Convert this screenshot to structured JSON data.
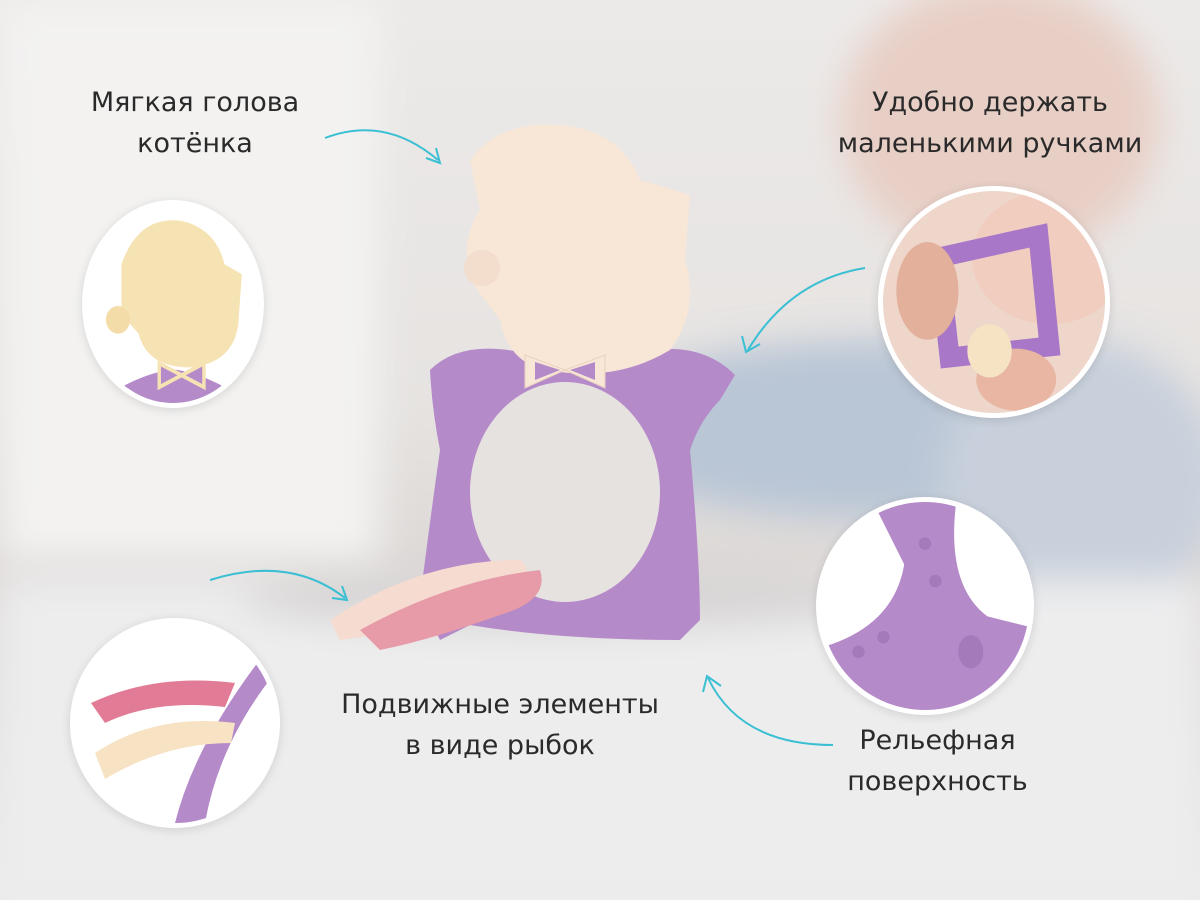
{
  "callouts": {
    "head": {
      "line1": "Мягкая голова",
      "line2": "котёнка"
    },
    "grip": {
      "line1": "Удобно держать",
      "line2": "маленькими ручками"
    },
    "fish": {
      "line1": "Подвижные элементы",
      "line2": "в виде рыбок"
    },
    "relief": {
      "line1": "Рельефная",
      "line2": "поверхность"
    }
  },
  "colors": {
    "arrow": "#3bbfd3",
    "purple": "#b58ac9",
    "cream": "#f8e6d6",
    "pink": "#e79aa8"
  }
}
